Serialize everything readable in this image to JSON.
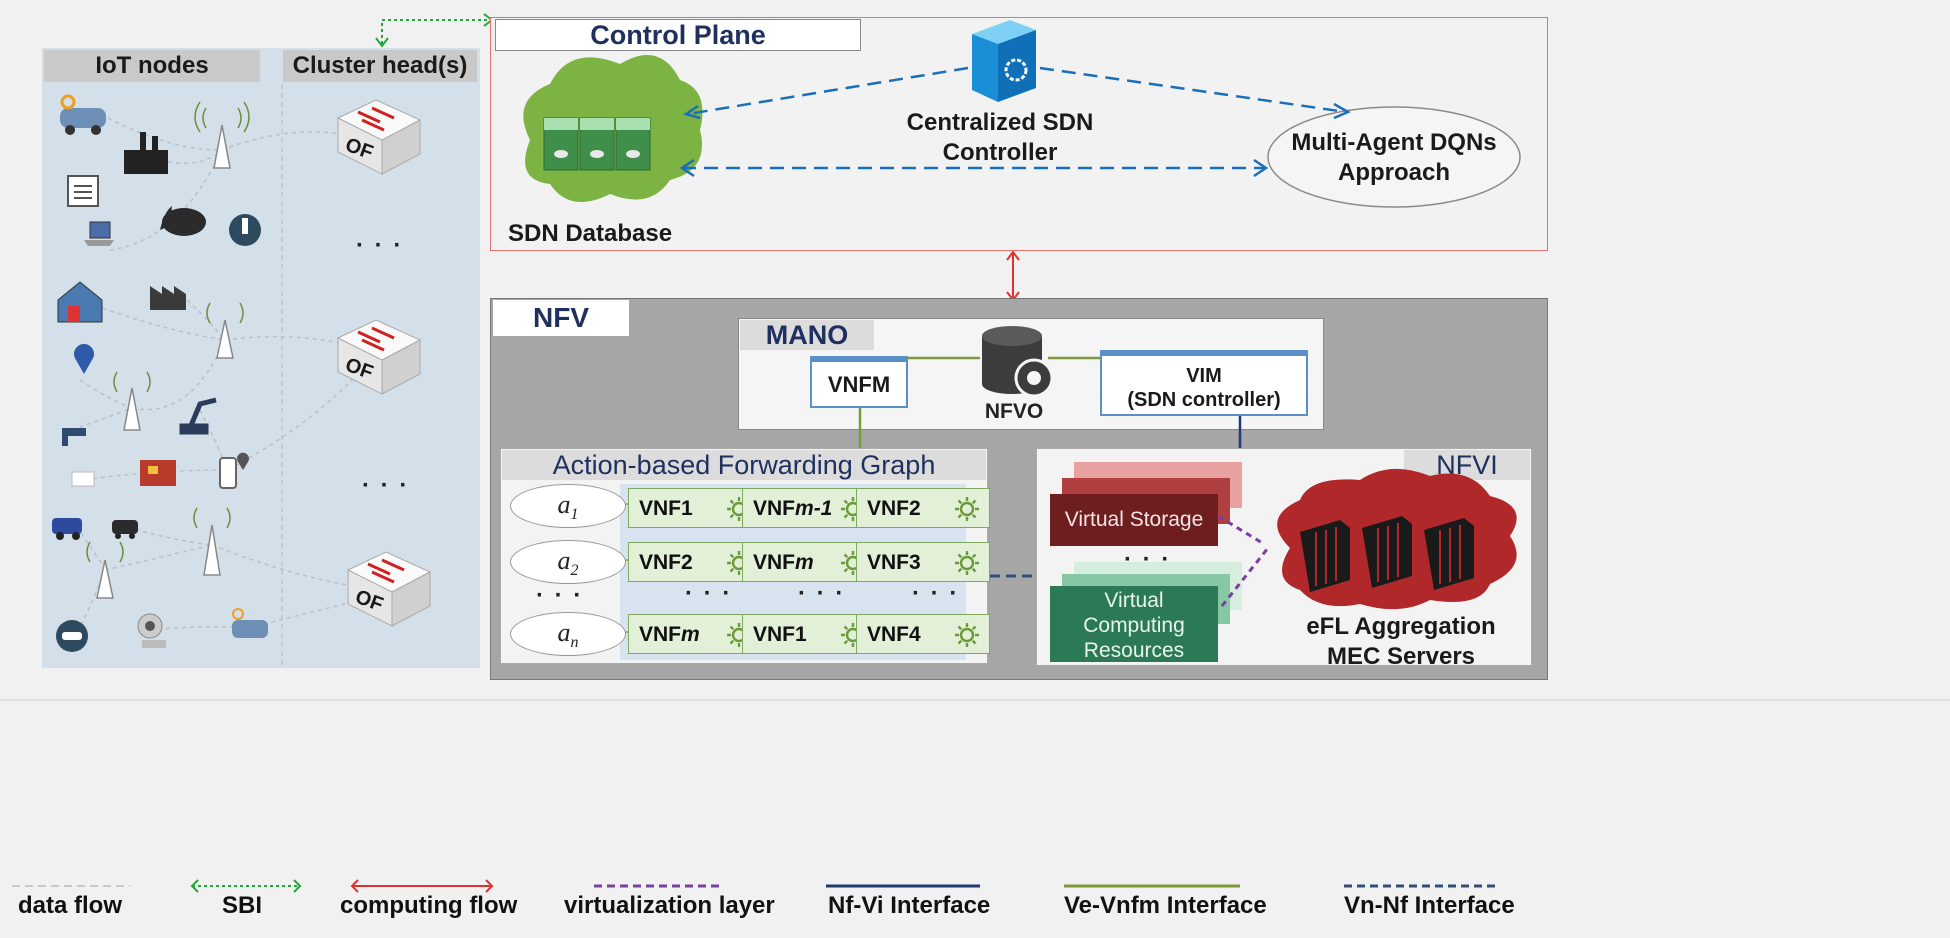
{
  "iot": {
    "nodes_label": "IoT nodes",
    "cluster_label": "Cluster head(s)",
    "switch_label": "OF",
    "ellipsis": "· · ·"
  },
  "control": {
    "title": "Control Plane",
    "sdn_db": "SDN Database",
    "controller_line1": "Centralized SDN",
    "controller_line2": "Controller",
    "agent_line1": "Multi-Agent DQNs",
    "agent_line2": "Approach"
  },
  "nfv": {
    "title": "NFV",
    "mano": "MANO",
    "vnfm": "VNFM",
    "nfvo": "NFVO",
    "vim_line1": "VIM",
    "vim_line2": "(SDN controller)",
    "afg_title": "Action-based Forwarding Graph",
    "nfvi_title": "NFVI",
    "virtual_storage": "Virtual Storage",
    "virtual_compute": [
      "Virtual",
      "Computing",
      "Resources"
    ],
    "mec_line1": "eFL Aggregation",
    "mec_line2": "MEC Servers",
    "ellipsis": "· · ·"
  },
  "actions": [
    {
      "base": "a",
      "sub": "1"
    },
    {
      "base": "a",
      "sub": "2"
    },
    {
      "base": "a",
      "sub": "n"
    }
  ],
  "vnf_rows": [
    [
      {
        "name": "VNF1"
      },
      {
        "name": "VNF",
        "italic": "m",
        "tail": "-1"
      },
      {
        "name": "VNF2"
      }
    ],
    [
      {
        "name": "VNF2"
      },
      {
        "name": "VNF",
        "italic": "m",
        "tail": ""
      },
      {
        "name": "VNF3"
      }
    ],
    [
      {
        "name": "VNF",
        "italic": "m",
        "tail": ""
      },
      {
        "name": "VNF1"
      },
      {
        "name": "VNF4"
      }
    ]
  ],
  "legend": [
    {
      "label": "data flow",
      "color": "#c8c8c8",
      "style": "dashed"
    },
    {
      "label": "SBI",
      "color": "#1fa83a",
      "style": "dotted-double-arrow"
    },
    {
      "label": "computing flow",
      "color": "#e03030",
      "style": "solid-double-arrow"
    },
    {
      "label": "virtualization layer",
      "color": "#7b3fa0",
      "style": "dashed"
    },
    {
      "label": "Nf-Vi Interface",
      "color": "#1f3a6e",
      "style": "solid"
    },
    {
      "label": "Ve-Vnfm Interface",
      "color": "#7d9a3a",
      "style": "solid"
    },
    {
      "label": "Vn-Nf Interface",
      "color": "#2f4f7a",
      "style": "dashed"
    }
  ],
  "colors": {
    "iot_panel": "#d3dfe9",
    "control_border": "#e87070",
    "nfv_bg": "#a6a6a6",
    "afg_bg": "#f3f3f3",
    "vnf_fill": "#e3f0d8",
    "storage": "#6e1e1e",
    "compute": "#2c7a55",
    "mec_cloud": "#b0282a",
    "db_cloud": "#7cb342",
    "control_blue": "#1a6fb8"
  },
  "icons": [
    "car-icon",
    "factory-icon",
    "sensor-icon",
    "laptop-icon",
    "fire-cloud-icon",
    "thermometer-icon",
    "smart-home-icon",
    "location-pin-icon",
    "faucet-icon",
    "robot-arm-icon",
    "smartphone-icon",
    "ambulance-icon",
    "camera-icon",
    "gamepad-icon",
    "antenna-icon",
    "openflow-switch-icon",
    "server-icon",
    "database-icon",
    "gear-icon"
  ]
}
